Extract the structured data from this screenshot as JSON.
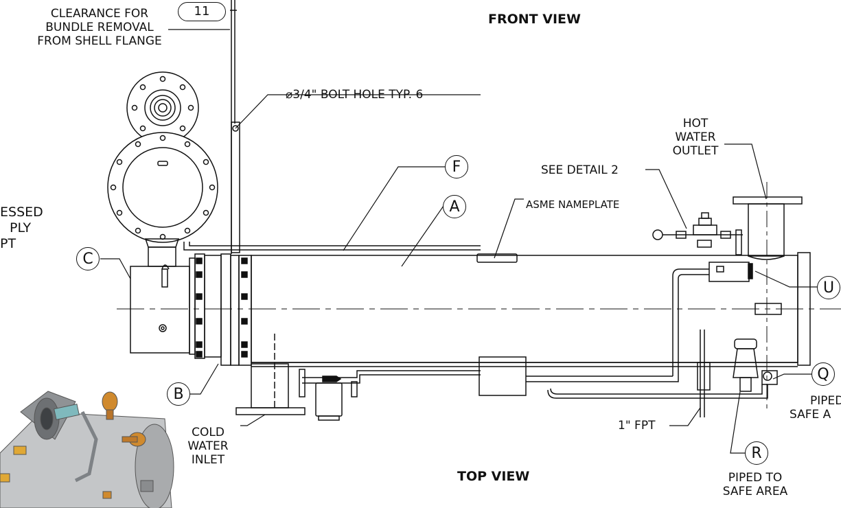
{
  "views": {
    "front_title": "FRONT VIEW",
    "top_title": "TOP VIEW"
  },
  "notes": {
    "clearance": [
      "CLEARANCE FOR",
      "BUNDLE REMOVAL",
      "FROM SHELL FLANGE"
    ],
    "clearance_ref": "11",
    "bolt_hole": "3/4\" BOLT HOLE TYP. 6",
    "diameter_symbol": "⌀",
    "asme_nameplate": "ASME NAMEPLATE",
    "see_detail": "SEE DETAIL 2",
    "hot_water_outlet": [
      "HOT",
      "WATER",
      "OUTLET"
    ],
    "cold_water_inlet": [
      "COLD",
      "WATER",
      "INLET"
    ],
    "fpt": "1\" FPT",
    "piped_safe_area": [
      "PIPED TO",
      "SAFE AREA"
    ],
    "piped_partial": [
      "PIPED",
      "SAFE A"
    ],
    "left_partial": [
      "ESSED",
      "PLY",
      "PT"
    ]
  },
  "callouts": {
    "a": "A",
    "b": "B",
    "c": "C",
    "f": "F",
    "q": "Q",
    "r": "R",
    "u": "U"
  },
  "colors": {
    "line": "#111111",
    "render_grey": "#b9bbbd",
    "render_orange": "#d08a2e",
    "render_teal": "#7fb9bd"
  }
}
